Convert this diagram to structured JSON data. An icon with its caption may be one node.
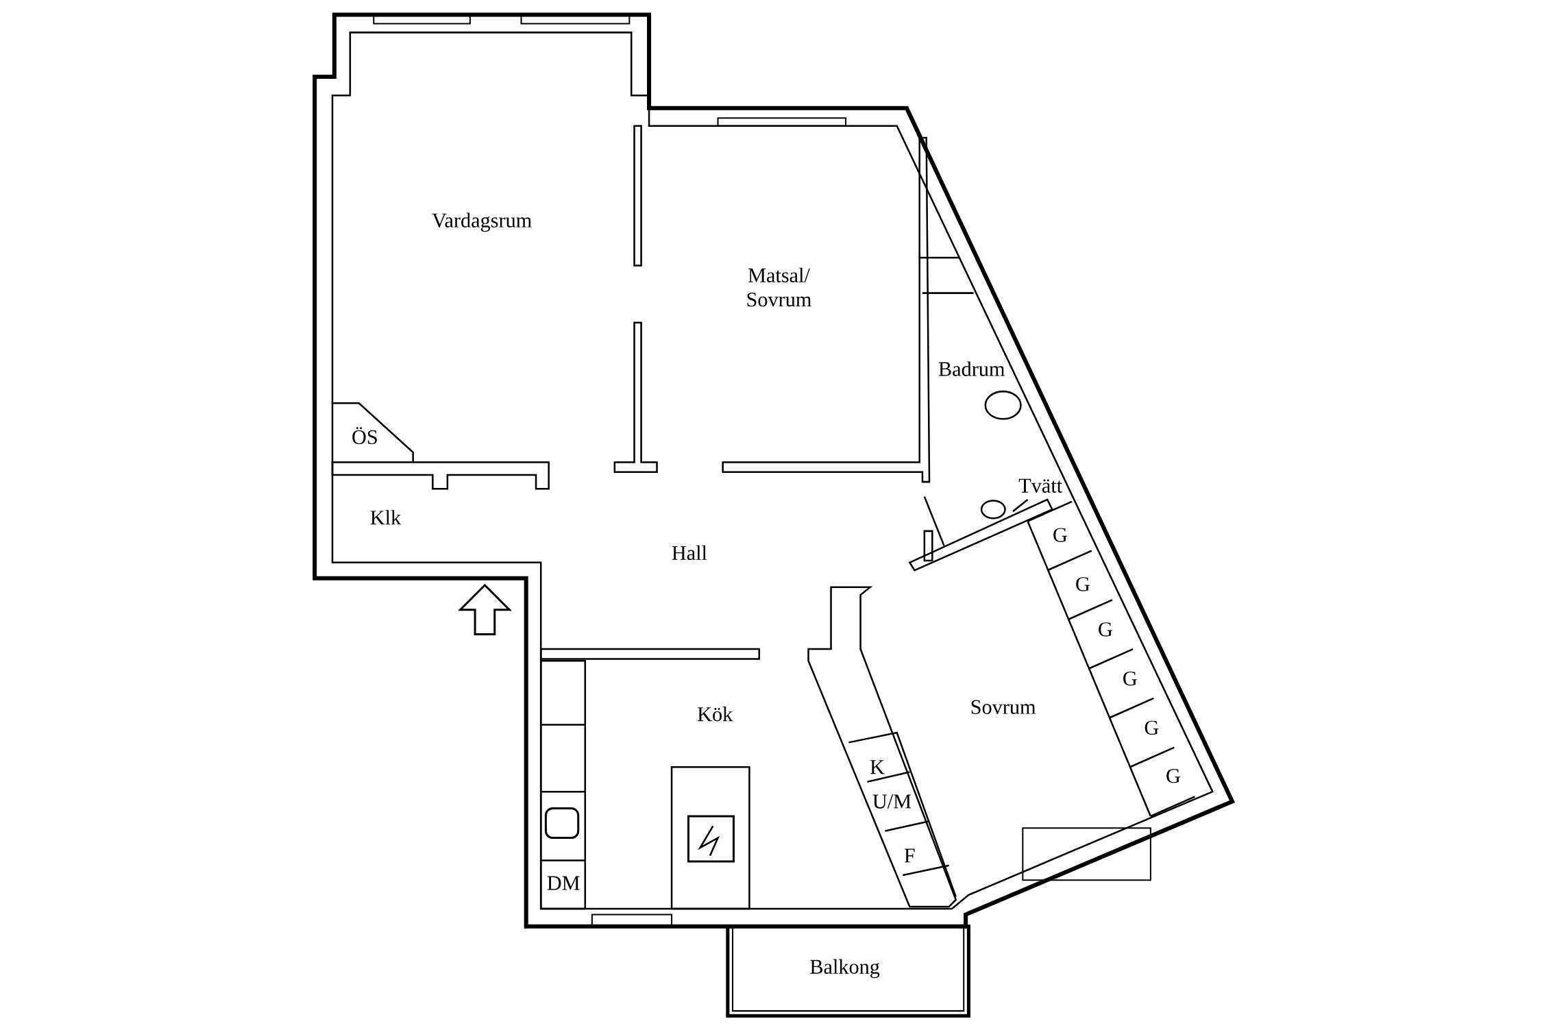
{
  "diagram": {
    "labels": [
      "Vardagsrum",
      "Matsal/ Sovrum",
      "Badrum",
      "ÖS",
      "Klk",
      "Hall",
      "Tvätt",
      "G",
      "G",
      "G",
      "G",
      "G",
      "Kök",
      "Sovrum",
      "G",
      "K",
      "U/M",
      "F",
      "DM",
      "Balkong"
    ]
  }
}
